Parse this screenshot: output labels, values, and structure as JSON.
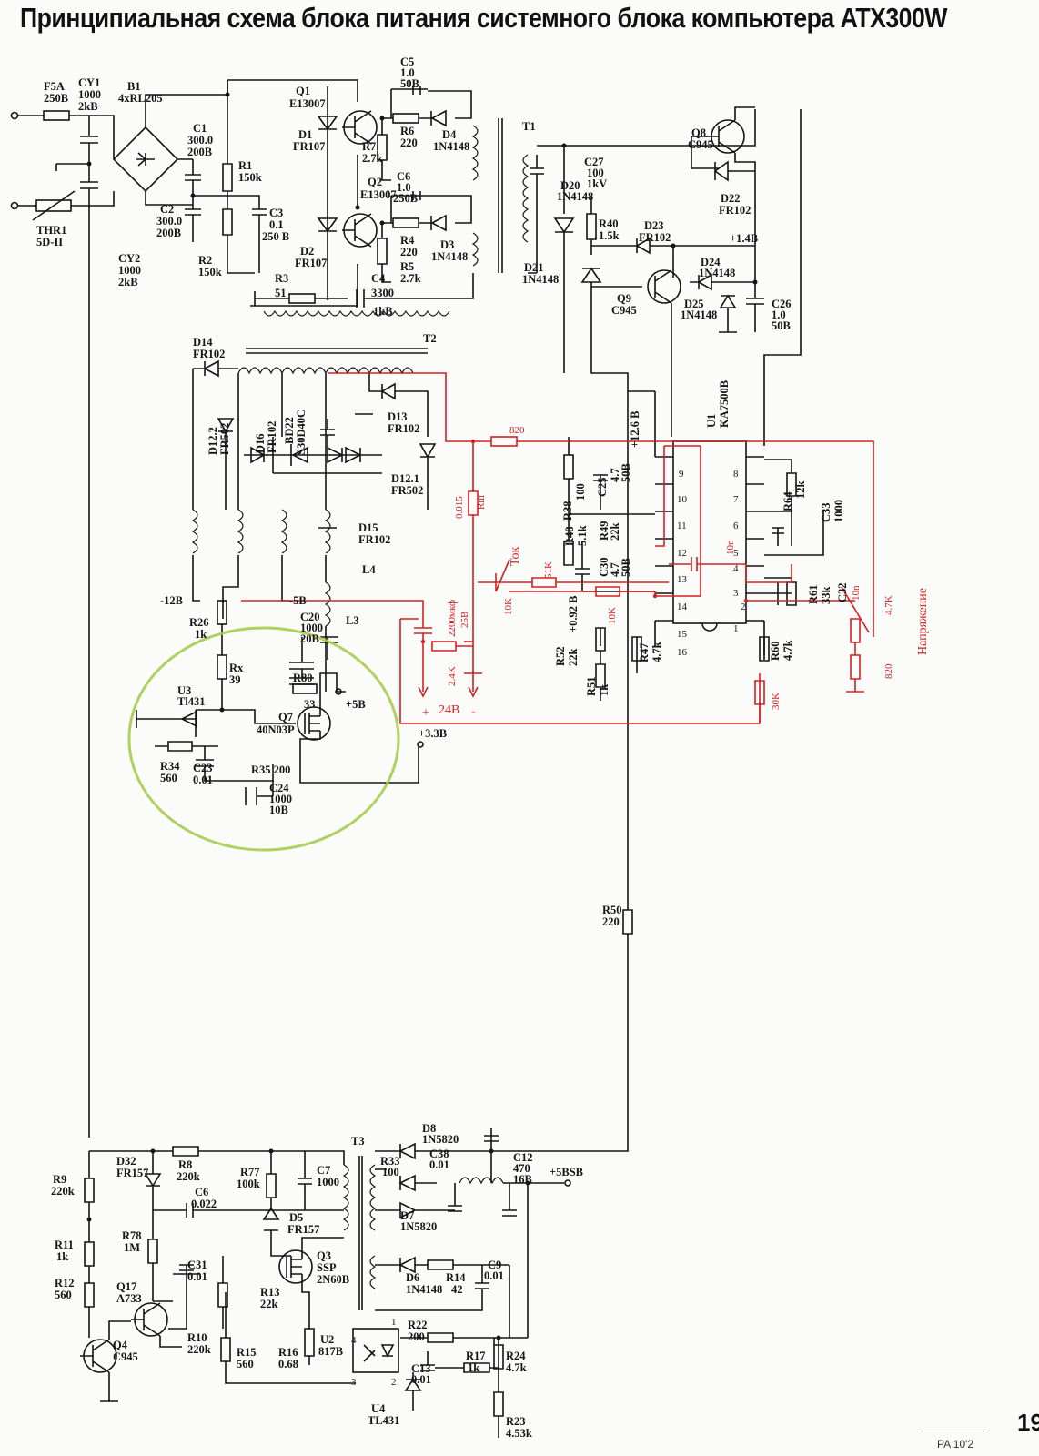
{
  "title": "Принципиальная схема блока питания системного блока компьютера ATX300W",
  "colors": {
    "ink": "#151515",
    "modification": "#d42020",
    "highlight_circle": "#a5cc4e"
  },
  "page_footer": "PA 10'2",
  "page_number": "19",
  "labels": {
    "F5A": "F5A",
    "F5A_v": "250B",
    "CY1": "CY1",
    "CY1_v": "1000",
    "CY1_kv": "2kB",
    "B1": "B1",
    "B1_v": "4xRL205",
    "C1": "C1",
    "C1_v": "300.0",
    "C1_vv": "200B",
    "C2": "C2",
    "C2_v": "300.0",
    "C2_vv": "200B",
    "R1": "R1",
    "R1_v": "150k",
    "R2": "R2",
    "R2_v": "150k",
    "C3": "C3",
    "C3_v": "0.1",
    "C3_vv": "250 B",
    "THR1": "THR1",
    "THR1_v": "5D-II",
    "CY2": "CY2",
    "CY2_v": "1000",
    "CY2_kv": "2kB",
    "R3": "R3",
    "R3_v": "51",
    "C4": "C4",
    "C4_v": "3300",
    "C4_vv": "1kB",
    "Q1": "Q1",
    "Q1_v": "E13007",
    "Q2": "Q2",
    "Q2_v": "E13007",
    "D1": "D1",
    "D1_v": "FR107",
    "D2": "D2",
    "D2_v": "FR107",
    "R7": "R7",
    "R7_v": "2.7k",
    "R6": "R6",
    "R6_v": "220",
    "D4": "D4",
    "D4_v": "1N4148",
    "D3": "D3",
    "D3_v": "1N4148",
    "C5": "C5",
    "C5_v": "1.0",
    "C5_vv": "50B",
    "C6": "C6",
    "C6_v": "1.0",
    "C6_vv": "250B",
    "R4": "R4",
    "R4_v": "220",
    "R5": "R5",
    "R5_v": "2.7k",
    "T1": "T1",
    "T2": "T2",
    "T3": "T3",
    "C27": "C27",
    "C27_v": "100",
    "C27_vv": "1kV",
    "D20": "D20",
    "D20_v": "1N4148",
    "R40": "R40",
    "R40_v": "1.5k",
    "Q8": "Q8",
    "Q8_v": "C945",
    "D22": "D22",
    "D22_v": "FR102",
    "D23": "D23",
    "D23_v": "FR102",
    "V14": "+1.4B",
    "D24": "D24",
    "D24_v": "1N4148",
    "D25": "D25",
    "D25_v": "1N4148",
    "D21": "D21",
    "D21_v": "1N4148",
    "Q9": "Q9",
    "Q9_v": "C945",
    "C26": "C26",
    "C26_v": "1.0",
    "C26_vv": "50B",
    "D14": "D14",
    "D14_v": "FR102",
    "D13": "D13",
    "D13_v": "FR102",
    "D12_2": "D12.2",
    "D12_2_v": "FR502",
    "D16": "D16",
    "D16_v": "FR102",
    "BD22": "BD22",
    "BD22_v": "S30D40C",
    "D12_1": "D12.1",
    "D12_1_v": "FR502",
    "D15": "D15",
    "D15_v": "FR102",
    "L4": "L4",
    "L3": "L3",
    "V126": "+12.6 B",
    "U1": "U1",
    "U1_v": "KA7500B",
    "R38": "R38",
    "R38_v": "100",
    "R48": "R48",
    "R48_v": "5.1k",
    "C25": "C25",
    "C25_v": "4.7",
    "C25_vv": "50B",
    "R49": "R49",
    "R49_v": "22k",
    "C30": "C30",
    "C30_v": "4.7",
    "C30_vv": "50B",
    "R64": "R64",
    "R64_v": "12k",
    "C33": "C33",
    "C33_v": "1000",
    "R61": "R61",
    "R61_v": "33k",
    "C32": "C32",
    "R52": "R52",
    "R52_v": "22k",
    "V092": "+0.92 B",
    "R51": "R51",
    "R51_v": "1k",
    "R47": "R47",
    "R47_v": "4.7k",
    "R60": "R60",
    "R60_v": "4.7k",
    "m12": "-12B",
    "m5": "-5B",
    "p5": "+5B",
    "p33": "+3.3B",
    "R26": "R26",
    "R26_v": "1k",
    "C20": "C20",
    "C20_v": "1000",
    "C20_vv": "20B",
    "Rx": "Rx",
    "Rx_v": "39",
    "R80": "R80",
    "R80_v": "33",
    "U3": "U3",
    "U3_v": "Tl431",
    "Q7": "Q7",
    "Q7_v": "40N03P",
    "R34": "R34",
    "R34_v": "560",
    "C23": "C23",
    "C23_v": "0.01",
    "R35": "R35 200",
    "C24": "C24",
    "C24_v": "1000",
    "C24_vv": "10B",
    "R50": "R50",
    "R50_v": "220",
    "D8": "D8",
    "D8_v": "1N5820",
    "C12": "C12",
    "C12_v": "470",
    "C12_vv": "16B",
    "C38": "C38",
    "C38_v": "0.01",
    "R33": "R33",
    "R33_v": "100",
    "D7": "D7",
    "D7_v": "1N5820",
    "p5BSB": "+5BSB",
    "D32": "D32",
    "D32_v": "FR157",
    "R8": "R8",
    "R8_v": "220k",
    "R77": "R77",
    "R77_v": "100k",
    "C7": "C7",
    "C7_v": "1000",
    "R9": "R9",
    "R9_v": "220k",
    "C6b": "C6",
    "C6b_v": "0.022",
    "D5": "D5",
    "D5_v": "FR157",
    "R78": "R78",
    "R78_v": "1M",
    "R11": "R11",
    "R11_v": "1k",
    "R12": "R12",
    "R12_v": "560",
    "Q3": "Q3",
    "Q3_v": "SSP",
    "Q3_vv": "2N60B",
    "C31": "C31",
    "C31_v": "0.01",
    "Q17": "Q17",
    "Q17_v": "A733",
    "R13": "R13",
    "R13_v": "22k",
    "R10": "R10",
    "R10_v": "220k",
    "D6": "D6",
    "D6_v": "1N4148",
    "R14": "R14",
    "R14_v": "42",
    "C9": "C9",
    "C9_v": "0.01",
    "Q4": "Q4",
    "Q4_v": "C945",
    "R15": "R15",
    "R15_v": "560",
    "R16": "R16",
    "R16_v": "0.68",
    "U2": "U2",
    "U2_v": "817B",
    "R22": "R22",
    "R22_v": "200",
    "C13": "C13",
    "C13_v": "0.01",
    "R17": "R17",
    "R17_v": "1k",
    "R24": "R24",
    "R24_v": "4.7k",
    "U4": "U4",
    "U4_v": "TL431",
    "R23": "R23",
    "R23_v": "4.53k"
  },
  "pins": [
    "9",
    "10",
    "11",
    "12",
    "13",
    "14",
    "15",
    "16",
    "8",
    "7",
    "6",
    "5",
    "4",
    "3",
    "2",
    "1",
    "4",
    "3",
    "2",
    "1"
  ],
  "mods": {
    "r820": "820",
    "r0015": "0.015",
    "rsh": "Rш",
    "tok": "Ток",
    "r51k": "51K",
    "r10k_a": "10K",
    "r10k_b": "10K",
    "c10n_a": "10n",
    "cap2200": "2200мкф",
    "cap25": "25В",
    "r24k": "2.4K",
    "plus": "+",
    "v24": "24В",
    "minus": "-",
    "r47k": "4.7K",
    "c10n_b": "10n",
    "r820b": "820",
    "r30k": "30K",
    "napr": "Напряжение"
  }
}
